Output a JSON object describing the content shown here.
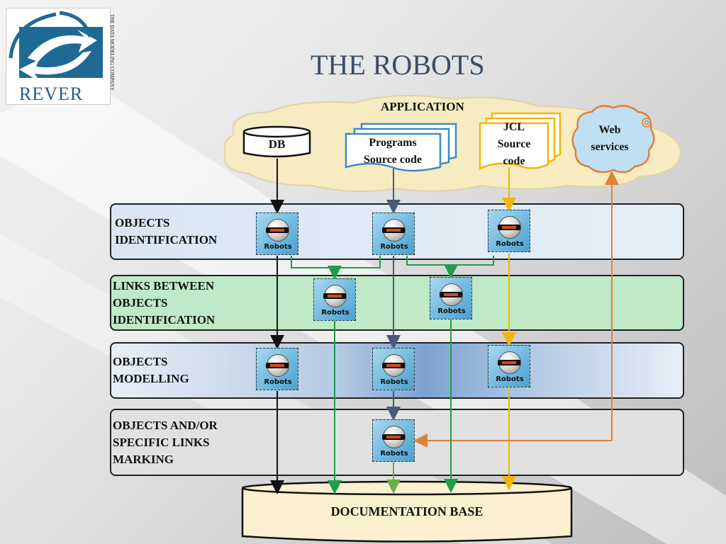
{
  "title": "THE ROBOTS",
  "logo": {
    "name": "REVER",
    "tagline": "THE DATA MODELING COMPANY"
  },
  "application": {
    "title": "APPLICATION",
    "db": "DB",
    "programs": "Programs\nSource code",
    "jcl": "JCL\nSource\ncode",
    "web_services": "Web\nservices"
  },
  "layers": [
    {
      "label": "OBJECTS\nIDENTIFICATION"
    },
    {
      "label": "LINKS BETWEEN\nOBJECTS\nIDENTIFICATION"
    },
    {
      "label": "OBJECTS\nMODELLING"
    },
    {
      "label": "OBJECTS AND/OR\nSPECIFIC LINKS\nMARKING"
    }
  ],
  "robot_label": "Robots",
  "documentation_base": "DOCUMENTATION BASE",
  "colors": {
    "db_flow": "#111111",
    "programs_flow": "#4a5a78",
    "jcl_flow": "#f2b705",
    "web_flow": "#e0803a",
    "links_flow": "#1f9e4a",
    "title": "#3b4d67"
  }
}
